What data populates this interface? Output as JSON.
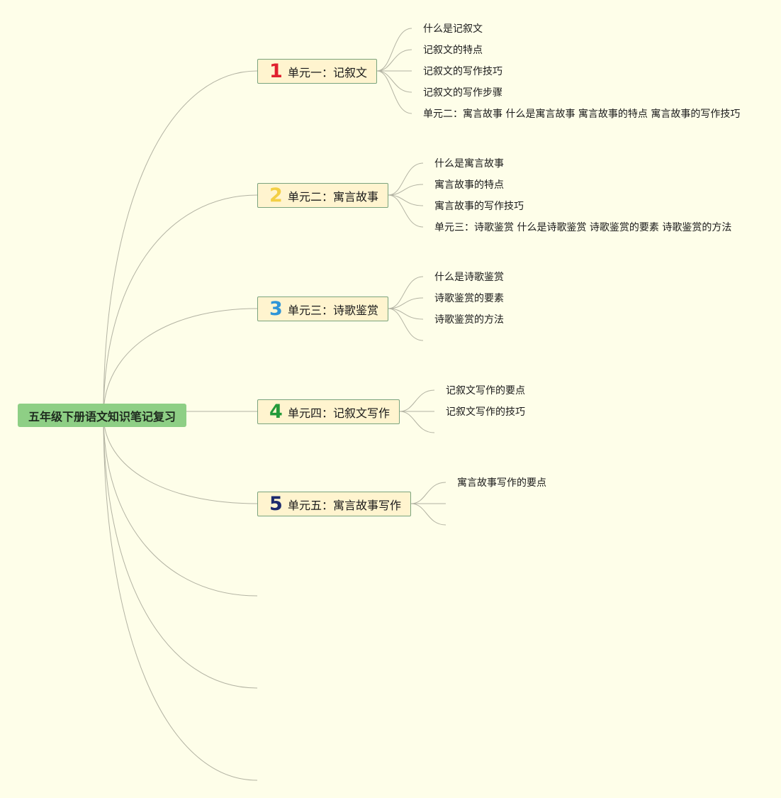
{
  "root": {
    "title": "五年级下册语文知识笔记复习"
  },
  "units": [
    {
      "number": "1",
      "number_color": "#e0202e",
      "label": "单元一：记叙文",
      "children": [
        "什么是记叙文",
        "记叙文的特点",
        "记叙文的写作技巧",
        "记叙文的写作步骤",
        "单元二：寓言故事 什么是寓言故事 寓言故事的特点 寓言故事的写作技巧"
      ]
    },
    {
      "number": "2",
      "number_color": "#f3cf45",
      "label": "单元二：寓言故事",
      "children": [
        "什么是寓言故事",
        "寓言故事的特点",
        "寓言故事的写作技巧",
        "单元三：诗歌鉴赏 什么是诗歌鉴赏 诗歌鉴赏的要素 诗歌鉴赏的方法"
      ]
    },
    {
      "number": "3",
      "number_color": "#2f95d8",
      "label": "单元三：诗歌鉴赏",
      "children": [
        "什么是诗歌鉴赏",
        "诗歌鉴赏的要素",
        "诗歌鉴赏的方法"
      ]
    },
    {
      "number": "4",
      "number_color": "#239a3a",
      "label": "单元四：记叙文写作",
      "children": [
        "记叙文写作的要点",
        "记叙文写作的技巧"
      ]
    },
    {
      "number": "5",
      "number_color": "#1c2a6e",
      "label": "单元五：寓言故事写作",
      "children": [
        "寓言故事写作的要点"
      ]
    }
  ],
  "colors": {
    "background": "#fefee9",
    "connector": "#b3b3a3",
    "root_fill": "#8ecf85",
    "unit_fill": "#fff4cf",
    "unit_border": "#7aa37d"
  }
}
